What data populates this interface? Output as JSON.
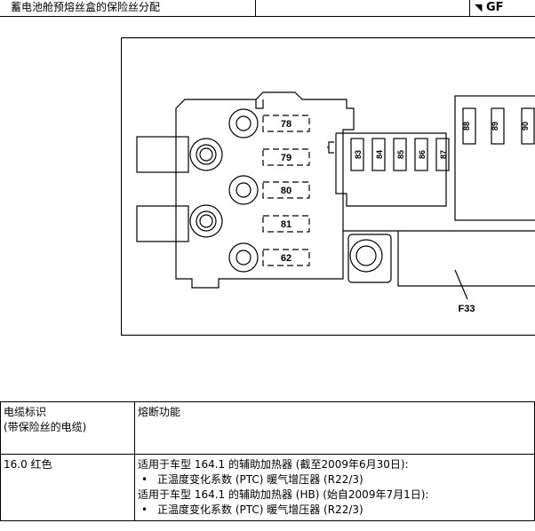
{
  "header": {
    "title": "蓄电池舱预熔丝盒的保险丝分配",
    "logo_text": "GF"
  },
  "diagram": {
    "left_fuses": [
      "78",
      "79",
      "80",
      "81",
      "62"
    ],
    "vertical_fuses": [
      "83",
      "84",
      "85",
      "86",
      "87"
    ],
    "right_fuses": [
      "88",
      "89",
      "90"
    ],
    "callout_label": "F33"
  },
  "table": {
    "col1_header_line1": "电缆标识",
    "col1_header_line2": "(带保险丝的电缆)",
    "col2_header": "熔断功能",
    "rows": [
      {
        "cable": "16.0 红色",
        "lines": [
          {
            "type": "text",
            "text": "适用于车型 164.1 的辅助加热器 (截至2009年6月30日):"
          },
          {
            "type": "bullet",
            "text": "正温度变化系数 (PTC) 暖气增压器 (R22/3)"
          },
          {
            "type": "text",
            "text": "适用于车型 164.1 的辅助加热器 (HB) (始自2009年7月1日):"
          },
          {
            "type": "bullet",
            "text": "正温度变化系数 (PTC) 暖气增压器 (R22/3)"
          }
        ]
      }
    ]
  }
}
